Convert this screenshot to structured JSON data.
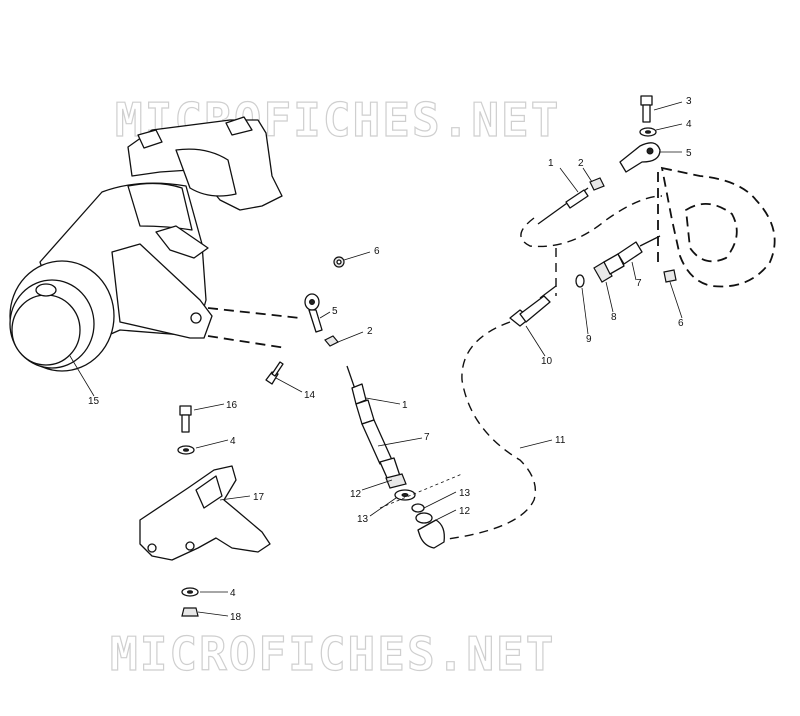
{
  "watermark": {
    "top": "MICROFICHES.NET",
    "bottom": "MICROFICHES.NET"
  },
  "callouts": [
    {
      "id": "c1a",
      "text": "1"
    },
    {
      "id": "c2a",
      "text": "2"
    },
    {
      "id": "c3",
      "text": "3"
    },
    {
      "id": "c4a",
      "text": "4"
    },
    {
      "id": "c5a",
      "text": "5"
    },
    {
      "id": "c6a",
      "text": "6"
    },
    {
      "id": "c5b",
      "text": "5"
    },
    {
      "id": "c2b",
      "text": "2"
    },
    {
      "id": "c7a",
      "text": "7"
    },
    {
      "id": "c6b",
      "text": "6"
    },
    {
      "id": "c9",
      "text": "9"
    },
    {
      "id": "c8",
      "text": "8"
    },
    {
      "id": "c10",
      "text": "10"
    },
    {
      "id": "c15",
      "text": "15"
    },
    {
      "id": "c14",
      "text": "14"
    },
    {
      "id": "c1b",
      "text": "1"
    },
    {
      "id": "c16",
      "text": "16"
    },
    {
      "id": "c4b",
      "text": "4"
    },
    {
      "id": "c7b",
      "text": "7"
    },
    {
      "id": "c11",
      "text": "11"
    },
    {
      "id": "c17",
      "text": "17"
    },
    {
      "id": "c12a",
      "text": "12"
    },
    {
      "id": "c13a",
      "text": "13"
    },
    {
      "id": "c13b",
      "text": "13"
    },
    {
      "id": "c12b",
      "text": "12"
    },
    {
      "id": "c4c",
      "text": "4"
    },
    {
      "id": "c18",
      "text": "18"
    }
  ]
}
